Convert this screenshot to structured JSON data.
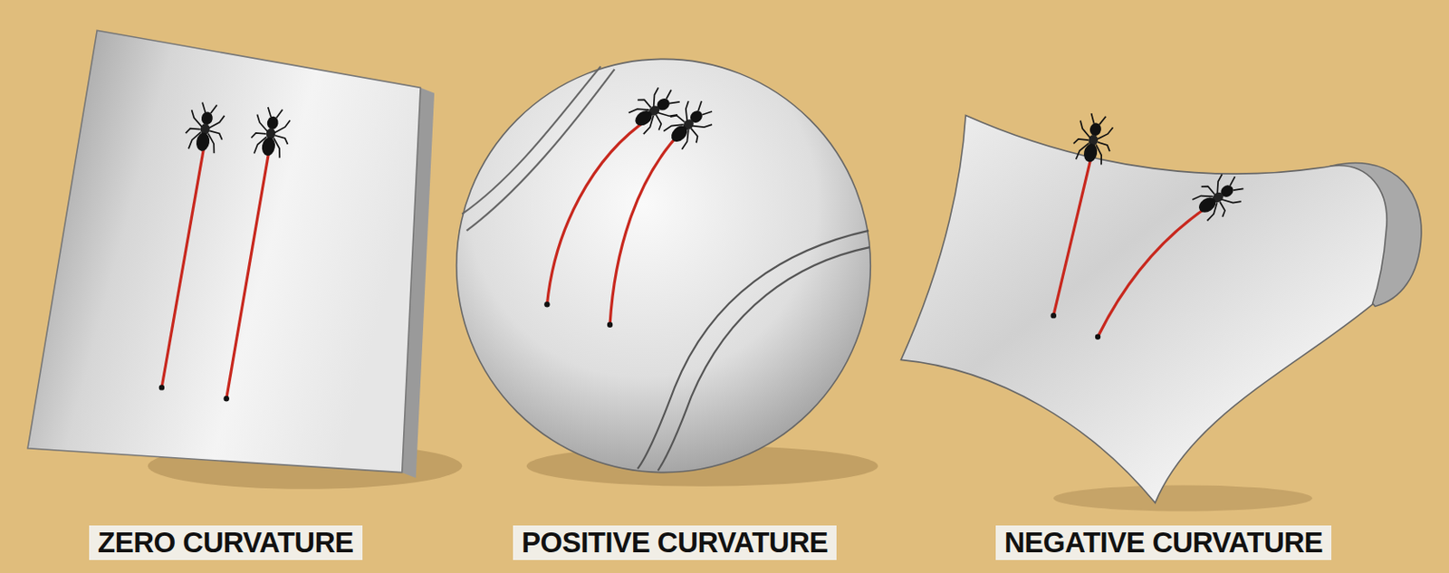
{
  "diagram": {
    "nodes": [
      {
        "text": [
          "ZERO CURVATURE"
        ]
      },
      {
        "text": [
          "POSITIVE CURVATURE"
        ]
      },
      {
        "text": [
          "NEGATIVE CURVATURE"
        ]
      }
    ]
  }
}
